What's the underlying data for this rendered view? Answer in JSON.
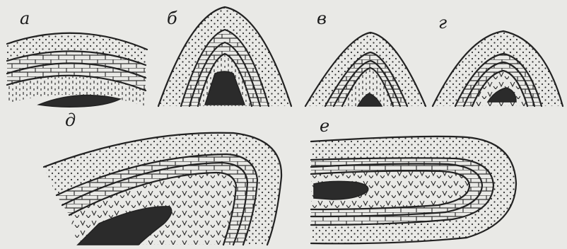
{
  "figure": {
    "panels": [
      {
        "id": "a",
        "label": "а"
      },
      {
        "id": "b",
        "label": "б"
      },
      {
        "id": "v",
        "label": "в"
      },
      {
        "id": "g",
        "label": "г"
      },
      {
        "id": "d",
        "label": "д"
      },
      {
        "id": "e",
        "label": "е"
      }
    ],
    "legend_patterns": [
      "dots-sandstone",
      "brick-limestone",
      "dash-shale",
      "v-volcanic",
      "black-ore-body"
    ]
  }
}
